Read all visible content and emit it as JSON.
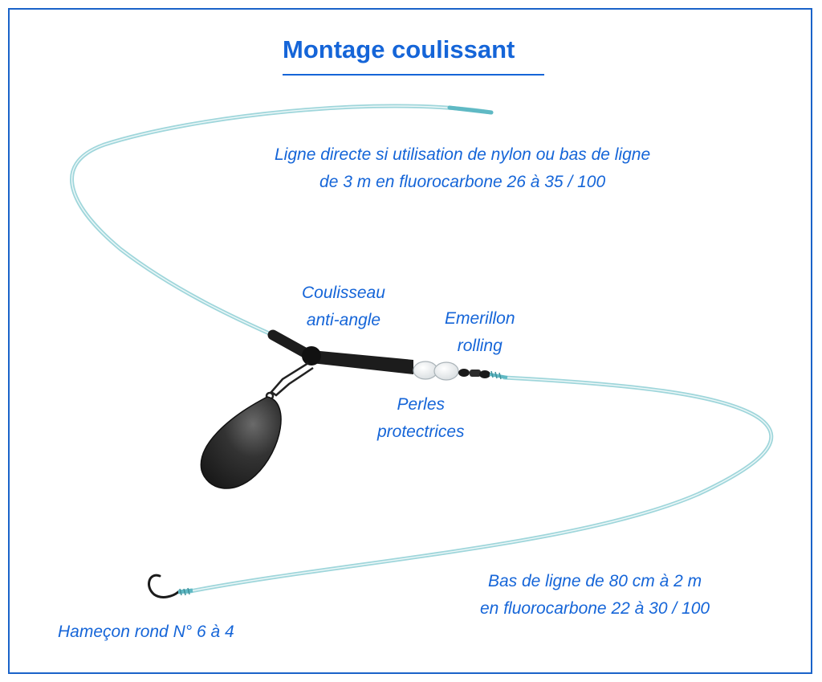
{
  "title": "Montage coulissant",
  "labels": {
    "main_line": {
      "line1": "Ligne directe si utilisation de nylon ou bas de ligne",
      "line2": "de 3 m en fluorocarbone 26 à 35 / 100"
    },
    "slider": {
      "line1": "Coulisseau",
      "line2": "anti-angle"
    },
    "swivel": {
      "line1": "Emerillon",
      "line2": "rolling"
    },
    "beads": {
      "line1": "Perles",
      "line2": "protectrices"
    },
    "leader": {
      "line1": "Bas de ligne de 80 cm à 2 m",
      "line2": "en fluorocarbone 22 à 30 / 100"
    },
    "hook": "Hameçon rond N° 6 à 4"
  },
  "colors": {
    "text": "#1565d8",
    "frame": "#1a63c9",
    "line": "#5fb9c4",
    "weight": "#2b2b2b"
  }
}
